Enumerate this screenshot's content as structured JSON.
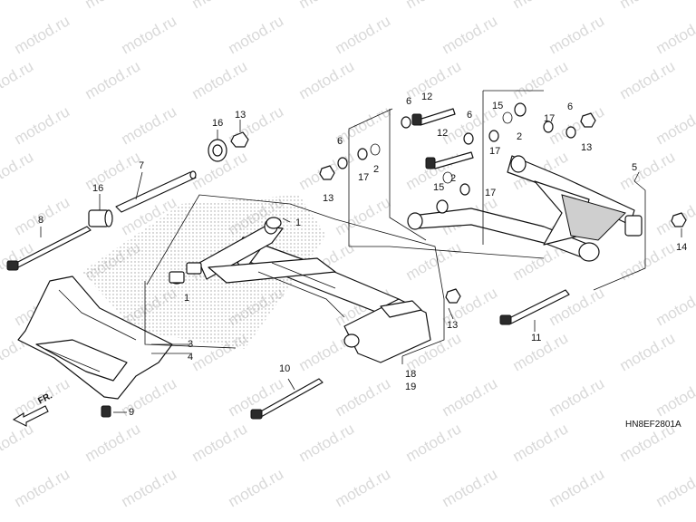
{
  "watermark_text": "motod.ru",
  "diagram_code": "HN8EF2801A",
  "front_marker": "FR.",
  "callouts": {
    "c1a": "1",
    "c1b": "1",
    "c2a": "2",
    "c2b": "2",
    "c2c": "2",
    "c3": "3",
    "c4": "4",
    "c5": "5",
    "c6a": "6",
    "c6b": "6",
    "c6c": "6",
    "c6d": "6",
    "c7": "7",
    "c8": "8",
    "c9": "9",
    "c10": "10",
    "c11": "11",
    "c12a": "12",
    "c12b": "12",
    "c13a": "13",
    "c13b": "13",
    "c13c": "13",
    "c13d": "13",
    "c14": "14",
    "c15a": "15",
    "c15b": "15",
    "c16a": "16",
    "c16b": "16",
    "c17a": "17",
    "c17b": "17",
    "c17c": "17",
    "c17d": "17",
    "c18": "18",
    "c19": "19"
  },
  "colors": {
    "line": "#111111",
    "watermark": "#d9d9d9",
    "background": "#ffffff"
  }
}
